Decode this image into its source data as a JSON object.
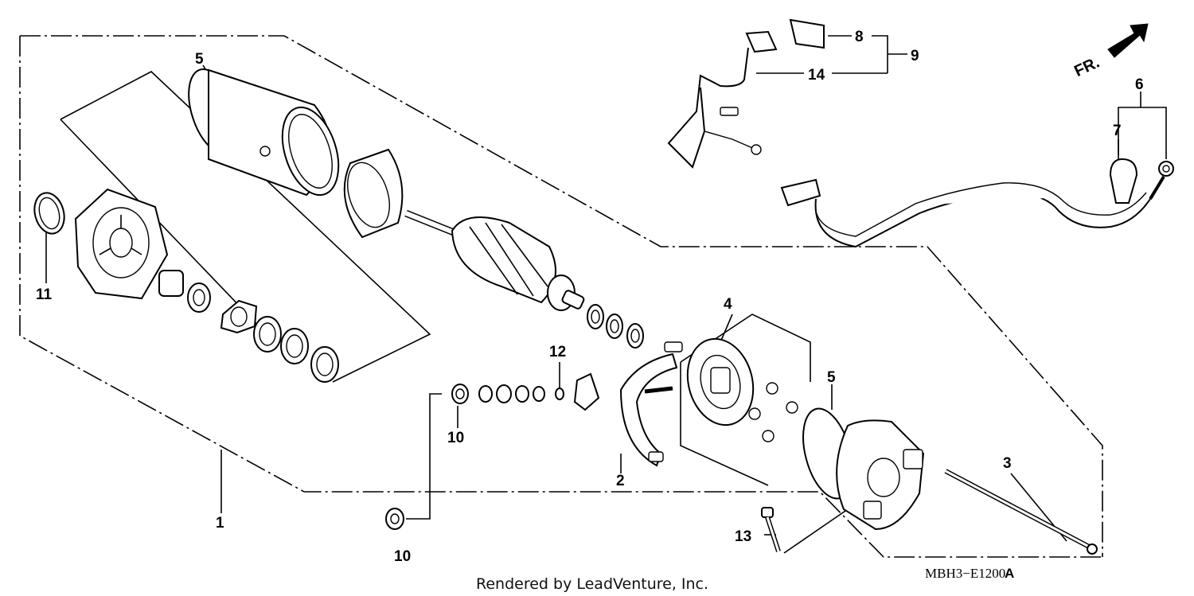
{
  "callouts": {
    "c1": "1",
    "c2": "2",
    "c3": "3",
    "c4": "4",
    "c5a": "5",
    "c5b": "5",
    "c6": "6",
    "c7": "7",
    "c8": "8",
    "c9": "9",
    "c10a": "10",
    "c10b": "10",
    "c11": "11",
    "c12": "12",
    "c13": "13",
    "c14": "14"
  },
  "direction_label": "FR.",
  "footer": {
    "credit": "Rendered by LeadVenture, Inc.",
    "code": "MBH3−E1200",
    "code_suffix": "A"
  }
}
